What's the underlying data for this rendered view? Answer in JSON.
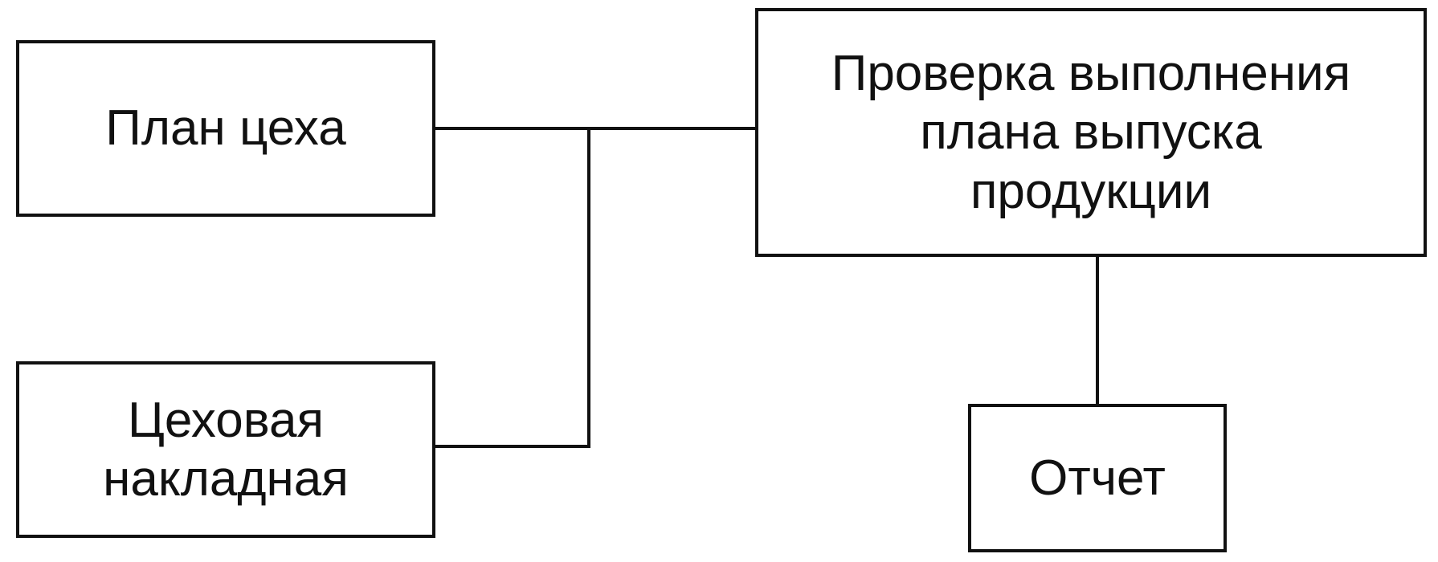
{
  "diagram": {
    "nodes": [
      {
        "id": "plan",
        "label": "План цеха"
      },
      {
        "id": "invoice",
        "label": "Цеховая\nнакладная"
      },
      {
        "id": "check",
        "label": "Проверка выполнения\nплана выпуска\nпродукции"
      },
      {
        "id": "report",
        "label": "Отчет"
      }
    ],
    "edges": [
      {
        "from": "plan",
        "to": "check"
      },
      {
        "from": "invoice",
        "to": "check"
      },
      {
        "from": "check",
        "to": "report"
      }
    ],
    "line_color": "#111111",
    "background_color": "#ffffff"
  }
}
